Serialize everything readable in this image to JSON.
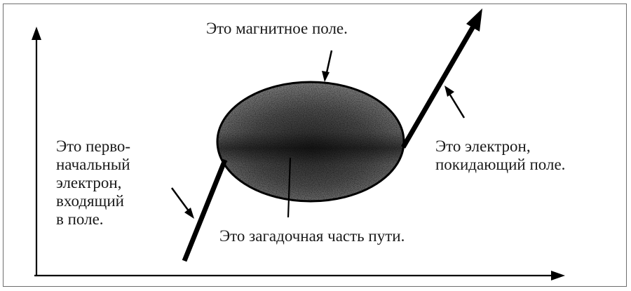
{
  "diagram": {
    "type": "electron-path-through-magnetic-field",
    "labels": {
      "magnetic_field": "Это магнитное поле.",
      "incoming_electron": [
        "Это перво-",
        "начальный",
        "электрон,",
        "входящий",
        "в поле."
      ],
      "leaving_electron": [
        "Это электрон,",
        "покидающий поле."
      ],
      "mysterious_path": "Это загадочная часть пути."
    },
    "elements": {
      "x_axis": "horizontal-axis-arrow",
      "y_axis": "vertical-axis-arrow",
      "field_region": "textured-ellipse",
      "incoming_path": "thick-line-into-ellipse",
      "outgoing_path": "thick-arrow-out-of-ellipse",
      "pointers": [
        "pointer-to-field",
        "pointer-to-incoming",
        "pointer-to-outgoing",
        "pointer-to-mystery"
      ]
    },
    "colors": {
      "ink": "#000000",
      "frame": "#6e6e6e",
      "field_fill": "#5a5a5a",
      "background": "#ffffff"
    }
  }
}
